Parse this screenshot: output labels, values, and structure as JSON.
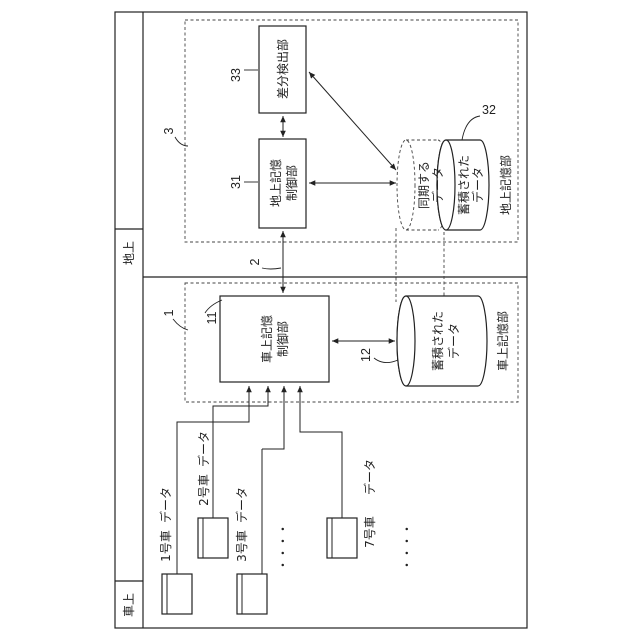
{
  "frame": {
    "ground_label": "地上",
    "onboard_label": "車上"
  },
  "refs": {
    "ground_region": "3",
    "link": "2",
    "onboard_region": "1"
  },
  "ground": {
    "diff_detector": {
      "label": "差分検出部",
      "ref": "33"
    },
    "storage_controller": {
      "label_line1": "地上記憶",
      "label_line2": "制御部",
      "ref": "31"
    },
    "storage": {
      "label": "地上記憶部",
      "ref": "32",
      "sync_line1": "同期する",
      "sync_line2": "データ",
      "stored_line1": "蓄積された",
      "stored_line2": "データ"
    }
  },
  "onboard": {
    "storage_controller": {
      "label_line1": "車上記憶",
      "label_line2": "制御部",
      "ref": "11"
    },
    "storage": {
      "label": "車上記憶部",
      "ref": "12",
      "stored_line1": "蓄積された",
      "stored_line2": "データ"
    }
  },
  "cars": [
    {
      "label": "1号車",
      "data_label": "データ"
    },
    {
      "label": "2号車",
      "data_label": "データ"
    },
    {
      "label": "3号車",
      "data_label": "データ"
    },
    {
      "label": "7号車",
      "data_label": "データ"
    }
  ],
  "ellipsis": "・・・・"
}
